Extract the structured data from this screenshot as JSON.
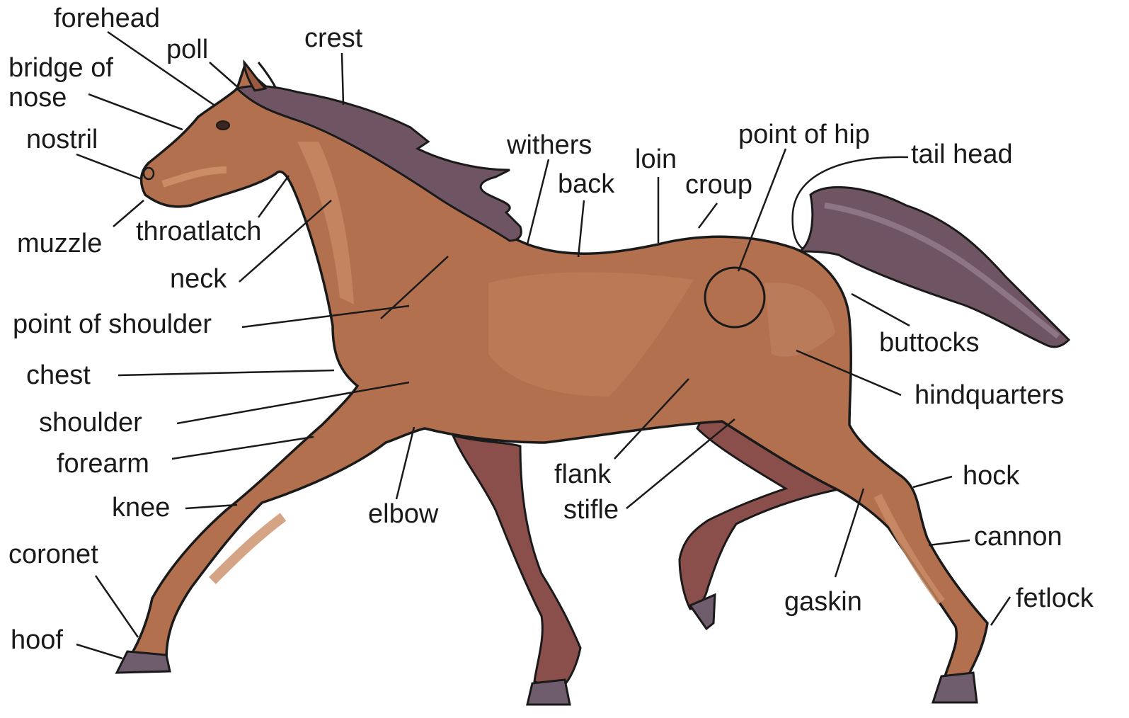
{
  "colors": {
    "body": "#b2704f",
    "body_light": "#cb8d66",
    "body_dark": "#9a5a3f",
    "mane": "#6f5563",
    "mane_light": "#8e7586",
    "hoof": "#6f5d6e",
    "far_leg": "#8a4f4a",
    "outline": "#1a1a1a",
    "leader": "#1a1a1a"
  },
  "labels": {
    "forehead": "forehead",
    "poll": "poll",
    "crest": "crest",
    "bridge_of_nose_1": "bridge of",
    "bridge_of_nose_2": "nose",
    "nostril": "nostril",
    "muzzle": "muzzle",
    "throatlatch": "throatlatch",
    "neck": "neck",
    "point_of_shoulder": "point of shoulder",
    "chest": "chest",
    "shoulder": "shoulder",
    "forearm": "forearm",
    "knee": "knee",
    "coronet": "coronet",
    "hoof": "hoof",
    "elbow": "elbow",
    "withers": "withers",
    "back": "back",
    "loin": "loin",
    "croup": "croup",
    "point_of_hip": "point of hip",
    "tail_head": "tail head",
    "buttocks": "buttocks",
    "hindquarters": "hindquarters",
    "flank": "flank",
    "stifle": "stifle",
    "hock": "hock",
    "cannon": "cannon",
    "gaskin": "gaskin",
    "fetlock": "fetlock"
  }
}
